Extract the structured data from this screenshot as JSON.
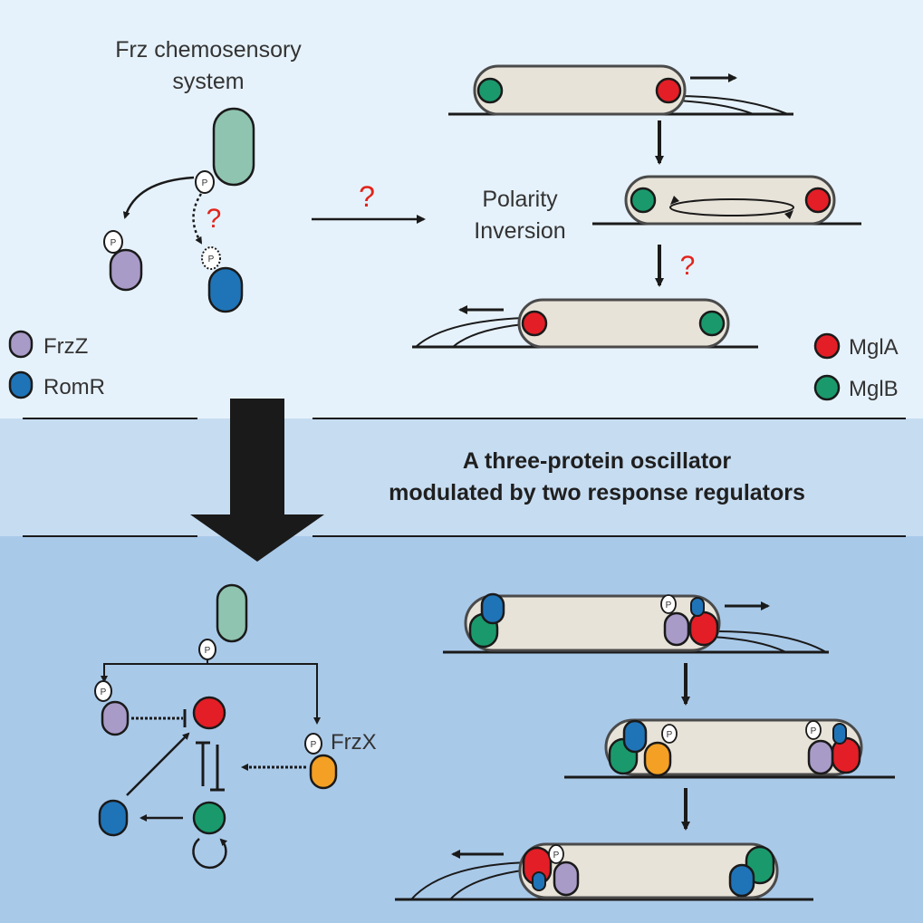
{
  "top": {
    "title_line1": "Frz chemosensory",
    "title_line2": "system",
    "question_mark": "?",
    "polarity_line1": "Polarity",
    "polarity_line2": "Inversion",
    "phospho_label": "P"
  },
  "legend": {
    "items": [
      {
        "label": "FrzZ",
        "color": "#a99bc8"
      },
      {
        "label": "RomR",
        "color": "#1f74b8"
      },
      {
        "label": "MglA",
        "color": "#e41e26"
      },
      {
        "label": "MglB",
        "color": "#1a9a6c"
      }
    ]
  },
  "banner": {
    "line1": "A three-protein oscillator",
    "line2": "modulated by two response regulators"
  },
  "bottom": {
    "frzx_label": "FrzX",
    "frzx_color": "#f4a024"
  },
  "colors": {
    "bg_top": "#e6f2fb",
    "bg_mid": "#c6dcf1",
    "bg_bottom": "#a9c9e9",
    "cell_fill": "#e8e3d8",
    "frz_receptor": "#8fc4b0"
  }
}
